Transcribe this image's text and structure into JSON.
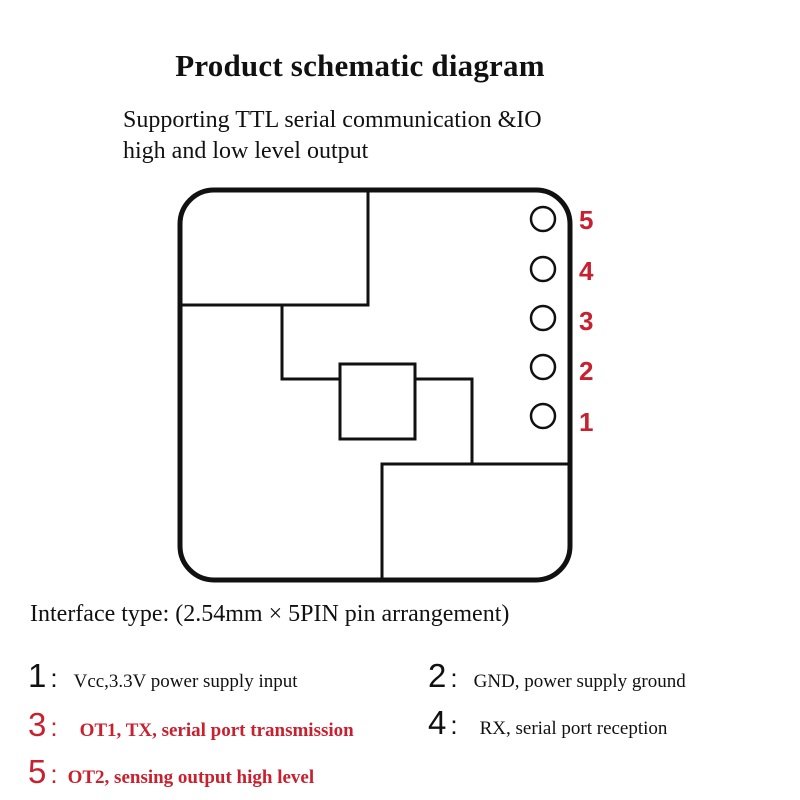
{
  "header": {
    "title": "Product schematic diagram",
    "subtitle_line1": "Supporting TTL serial communication &IO",
    "subtitle_line2": "high and low level output"
  },
  "pins": [
    {
      "number": "5"
    },
    {
      "number": "4"
    },
    {
      "number": "3"
    },
    {
      "number": "2"
    },
    {
      "number": "1"
    }
  ],
  "interface": {
    "text": "Interface type: (2.54mm × 5PIN pin arrangement)"
  },
  "legend": [
    {
      "num": "1",
      "colon": ":",
      "desc": "Vcc,3.3V power supply input",
      "highlight": false
    },
    {
      "num": "2",
      "colon": ":",
      "desc": "GND, power supply ground",
      "highlight": false
    },
    {
      "num": "3",
      "colon": ":",
      "desc": "OT1, TX, serial port transmission",
      "highlight": true
    },
    {
      "num": "4",
      "colon": ":",
      "desc": "RX, serial port reception",
      "highlight": false
    },
    {
      "num": "5",
      "colon": ":",
      "desc": "OT2, sensing output high level",
      "highlight": true
    }
  ],
  "colors": {
    "highlight": "#c8202e",
    "line": "#111111"
  }
}
